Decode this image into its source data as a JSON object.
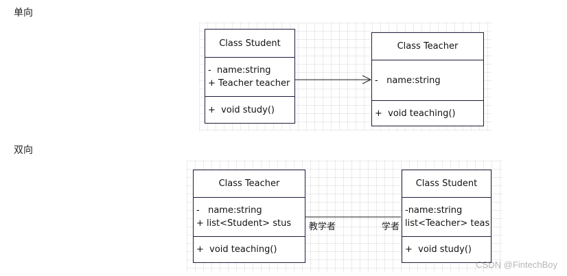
{
  "sections": {
    "unidirectional_title": "单向",
    "bidirectional_title": "双向"
  },
  "unidirectional": {
    "student": {
      "name": "Class Student",
      "attributes": [
        "-  name:string",
        "+ Teacher teacher"
      ],
      "operations": [
        "+  void study()"
      ]
    },
    "teacher": {
      "name": "Class Teacher",
      "attributes": [
        "-   name:string"
      ],
      "operations": [
        "+  void teaching()"
      ]
    }
  },
  "bidirectional": {
    "teacher": {
      "name": "Class Teacher",
      "attributes": [
        "-   name:string",
        "+ list<Student> stus"
      ],
      "operations": [
        "+  void teaching()"
      ]
    },
    "student": {
      "name": "Class Student",
      "attributes": [
        "-name:string",
        "list<Teacher> teas"
      ],
      "operations": [
        "+  void study()"
      ]
    },
    "labels": {
      "left": "教学者",
      "right": "学者"
    }
  },
  "watermark": "CSDN @FintechBoy",
  "colors": {
    "border": "#1b1b3a",
    "grid": "#e6e6e6"
  }
}
